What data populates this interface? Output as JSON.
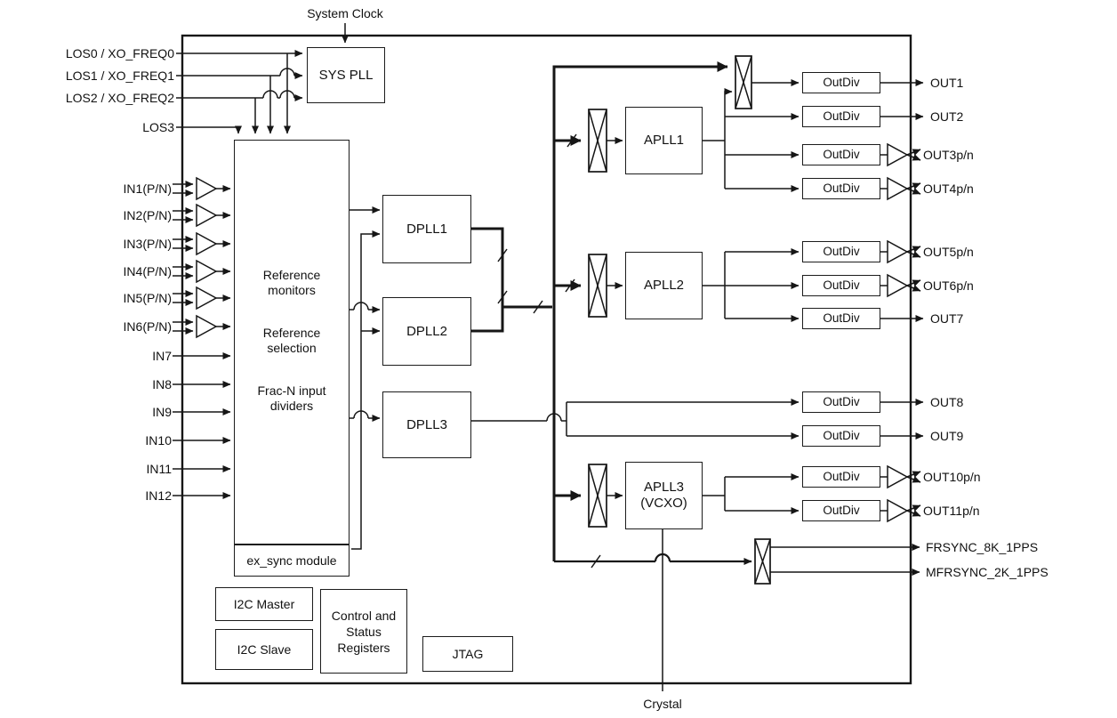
{
  "chip": {
    "top_label": "System Clock",
    "bottom_label": "Crystal",
    "los_inputs": [
      "LOS0 / XO_FREQ0",
      "LOS1 / XO_FREQ1",
      "LOS2 / XO_FREQ2",
      "LOS3"
    ],
    "inputs": [
      {
        "label": "IN1(P/N)",
        "differential": true
      },
      {
        "label": "IN2(P/N)",
        "differential": true
      },
      {
        "label": "IN3(P/N)",
        "differential": true
      },
      {
        "label": "IN4(P/N)",
        "differential": true
      },
      {
        "label": "IN5(P/N)",
        "differential": true
      },
      {
        "label": "IN6(P/N)",
        "differential": true
      },
      {
        "label": "IN7",
        "differential": false
      },
      {
        "label": "IN8",
        "differential": false
      },
      {
        "label": "IN9",
        "differential": false
      },
      {
        "label": "IN10",
        "differential": false
      },
      {
        "label": "IN11",
        "differential": false
      },
      {
        "label": "IN12",
        "differential": false
      }
    ],
    "blocks": {
      "sys_pll": "SYS PLL",
      "reference_lines": [
        "Reference\nmonitors",
        "Reference\nselection",
        "Frac-N input\ndividers"
      ],
      "ex_sync": "ex_sync module",
      "dpll1": "DPLL1",
      "dpll2": "DPLL2",
      "dpll3": "DPLL3",
      "apll1": "APLL1",
      "apll2": "APLL2",
      "apll3": "APLL3\n(VCXO)",
      "outdiv": "OutDiv",
      "i2c_master": "I2C Master",
      "i2c_slave": "I2C Slave",
      "control_status": "Control and\nStatus\nRegisters",
      "jtag": "JTAG"
    },
    "outputs": [
      {
        "label": "OUT1",
        "differential": false
      },
      {
        "label": "OUT2",
        "differential": false
      },
      {
        "label": "OUT3p/n",
        "differential": true
      },
      {
        "label": "OUT4p/n",
        "differential": true
      },
      {
        "label": "OUT5p/n",
        "differential": true
      },
      {
        "label": "OUT6p/n",
        "differential": true
      },
      {
        "label": "OUT7",
        "differential": false
      },
      {
        "label": "OUT8",
        "differential": false
      },
      {
        "label": "OUT9",
        "differential": false
      },
      {
        "label": "OUT10p/n",
        "differential": true
      },
      {
        "label": "OUT11p/n",
        "differential": true
      }
    ],
    "sync_outputs": [
      "FRSYNC_8K_1PPS",
      "MFRSYNC_2K_1PPS"
    ],
    "colors": {
      "line": "#161616",
      "background": "#ffffff"
    }
  }
}
